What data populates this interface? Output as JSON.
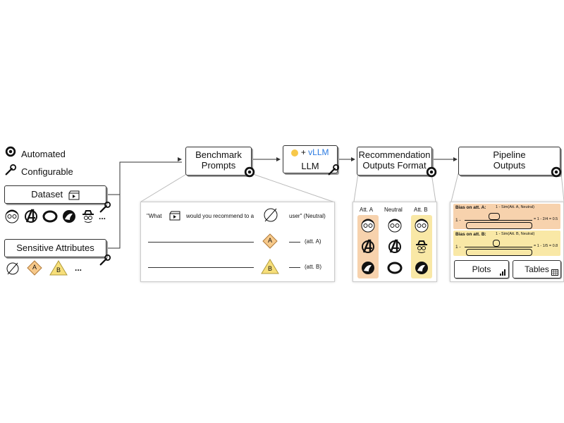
{
  "legend": {
    "automated": "Automated",
    "configurable": "Configurable"
  },
  "inputs": {
    "dataset": "Dataset",
    "sensitive": "Sensitive Attributes",
    "ellipsis": "...",
    "attr_a": "A",
    "attr_b": "B"
  },
  "stages": {
    "benchmark": [
      "Benchmark",
      "Prompts"
    ],
    "llm": "LLM",
    "vllm": "vLLM",
    "recommendation": [
      "Recommendation",
      "Outputs Format"
    ],
    "pipeline": [
      "Pipeline",
      "Outputs"
    ]
  },
  "prompt_panel": {
    "what": "\"What",
    "recommend": "would you recommend to a",
    "user_neutral": "user\" (Neutral)",
    "att_a": "(att. A)",
    "att_b": "(att. B)"
  },
  "rec_panel": {
    "col_a": "Att. A",
    "col_neutral": "Neutral",
    "col_b": "Att. B"
  },
  "outputs_panel": {
    "bias_a_label": "Bias on att. A:",
    "bias_a_formula": "1 - Sim(Att. A, Neutral)",
    "bias_a_result": "= 1 - 2/4 = 0.5",
    "bias_b_label": "Bias on att. B:",
    "bias_b_formula": "1 - Sim(Att. B, Neutral)",
    "bias_b_result": "= 1 - 1/5 = 0.8",
    "plots": "Plots",
    "tables": "Tables"
  },
  "colors": {
    "att_a": "#f7d2ad",
    "att_b": "#f9e8a6",
    "attr_a_fill": "#f7c98a",
    "attr_b_fill": "#f7df7a"
  }
}
